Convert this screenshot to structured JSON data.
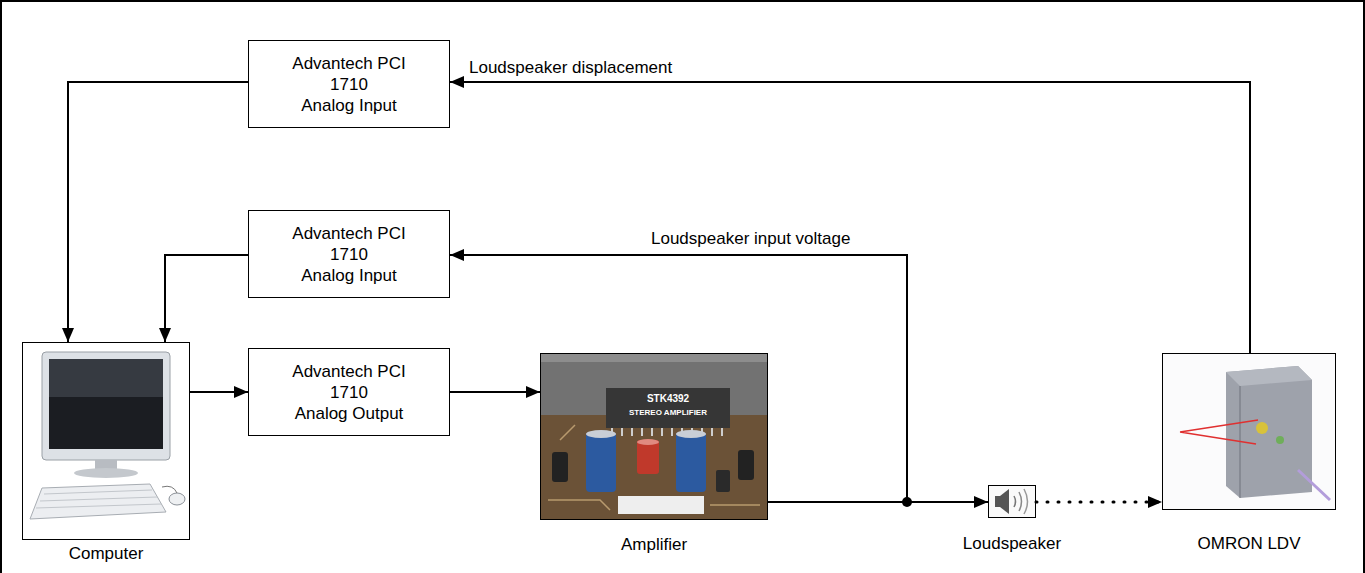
{
  "diagram": {
    "nodes": [
      {
        "text": [
          "Advantech PCI 1710 Analog Input"
        ]
      },
      {
        "text": [
          "Advantech PCI 1710 Analog Input"
        ]
      },
      {
        "text": [
          "Computer"
        ]
      },
      {
        "text": [
          "Advantech PCI 1710 Analog Output"
        ]
      },
      {
        "text": [
          "Amplifier"
        ]
      },
      {
        "text": [
          "Loudspeaker"
        ]
      },
      {
        "text": [
          "OMRON LDV"
        ]
      }
    ],
    "edges": [
      {
        "from": 2,
        "to": 3,
        "arrow": "to"
      },
      {
        "from": 3,
        "to": 4,
        "arrow": "to"
      },
      {
        "from": 4,
        "to": 5,
        "arrow": "to"
      },
      {
        "from": 5,
        "to": 6,
        "arrow": "to"
      },
      {
        "from": 6,
        "to": 0,
        "label": "Loudspeaker displacement",
        "arrow": "to"
      },
      {
        "from": 0,
        "to": 2,
        "arrow": "to"
      },
      {
        "from": 4,
        "to": 1,
        "label": "Loudspeaker input voltage",
        "arrow": "to"
      },
      {
        "from": 1,
        "to": 2,
        "arrow": "to"
      }
    ],
    "labels": [
      "STK4392",
      "STEREO AMPLIFIER"
    ]
  }
}
